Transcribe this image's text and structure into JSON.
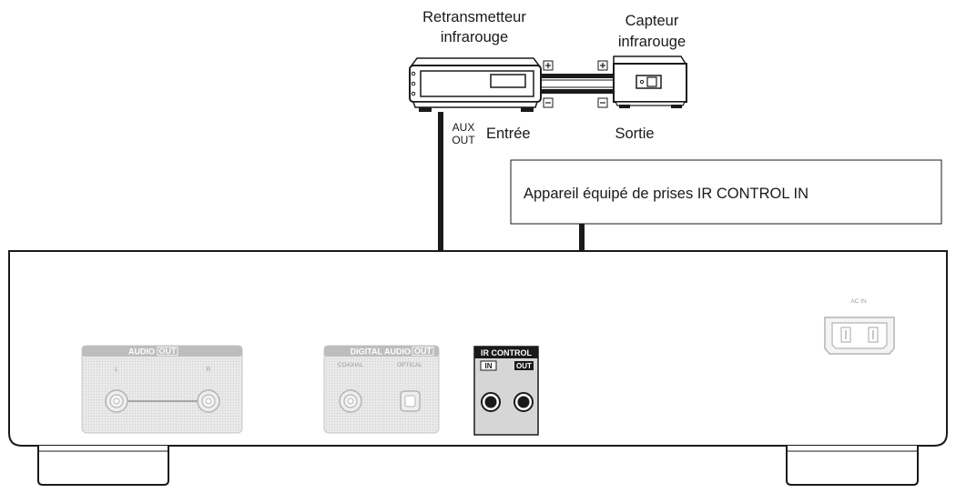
{
  "labels": {
    "repeater_line1": "Retransmetteur",
    "repeater_line2": "infrarouge",
    "sensor_line1": "Capteur",
    "sensor_line2": "infrarouge",
    "aux_line1": "AUX",
    "aux_line2": "OUT",
    "input": "Entrée",
    "output": "Sortie",
    "device": "Appareil équipé de prises IR CONTROL IN",
    "plus": "+",
    "minus": "−"
  },
  "rear_panel": {
    "audio_out_title": "AUDIO",
    "audio_out_badge": "OUT",
    "audio_l": "L",
    "audio_r": "R",
    "digital_title": "DIGITAL AUDIO",
    "digital_badge": "OUT",
    "coaxial": "COAXIAL",
    "optical": "OPTICAL",
    "ir_control_title": "IR CONTROL",
    "ir_in": "IN",
    "ir_out": "OUT",
    "ac_in": "AC IN"
  }
}
